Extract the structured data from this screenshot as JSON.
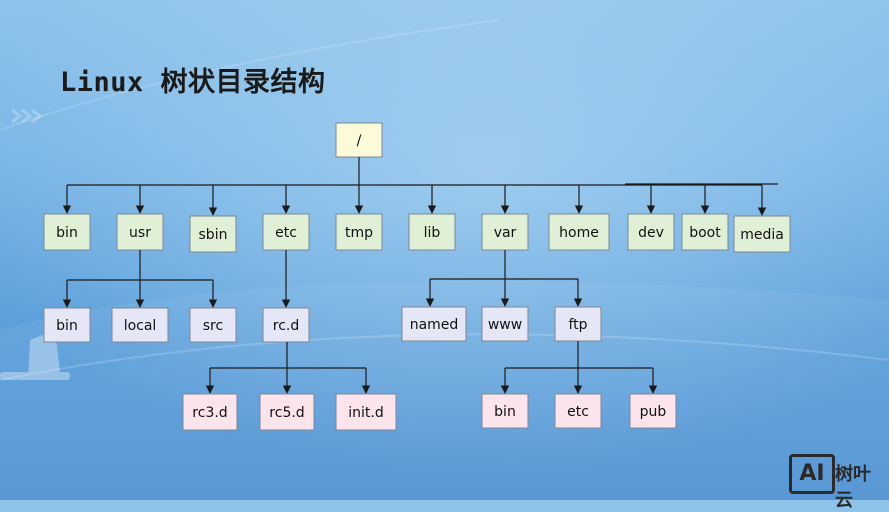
{
  "title": "Linux 树状目录结构",
  "tree": {
    "root": "/",
    "level1": [
      "bin",
      "usr",
      "sbin",
      "etc",
      "tmp",
      "lib",
      "var",
      "home",
      "dev",
      "boot",
      "media"
    ],
    "usr_children": [
      "bin",
      "local",
      "src"
    ],
    "etc_children": [
      "rc.d"
    ],
    "rcd_children": [
      "rc3.d",
      "rc5.d",
      "init.d"
    ],
    "var_children": [
      "named",
      "www",
      "ftp"
    ],
    "ftp_children": [
      "bin",
      "etc",
      "pub"
    ]
  },
  "colors": {
    "green": "#dff0d6",
    "lavender": "#e6e7f6",
    "pink": "#fbe4ec",
    "root": "#fbfbda",
    "line": "#1a1a1a"
  },
  "watermark": {
    "logo": "AI",
    "text": "树叶云"
  }
}
